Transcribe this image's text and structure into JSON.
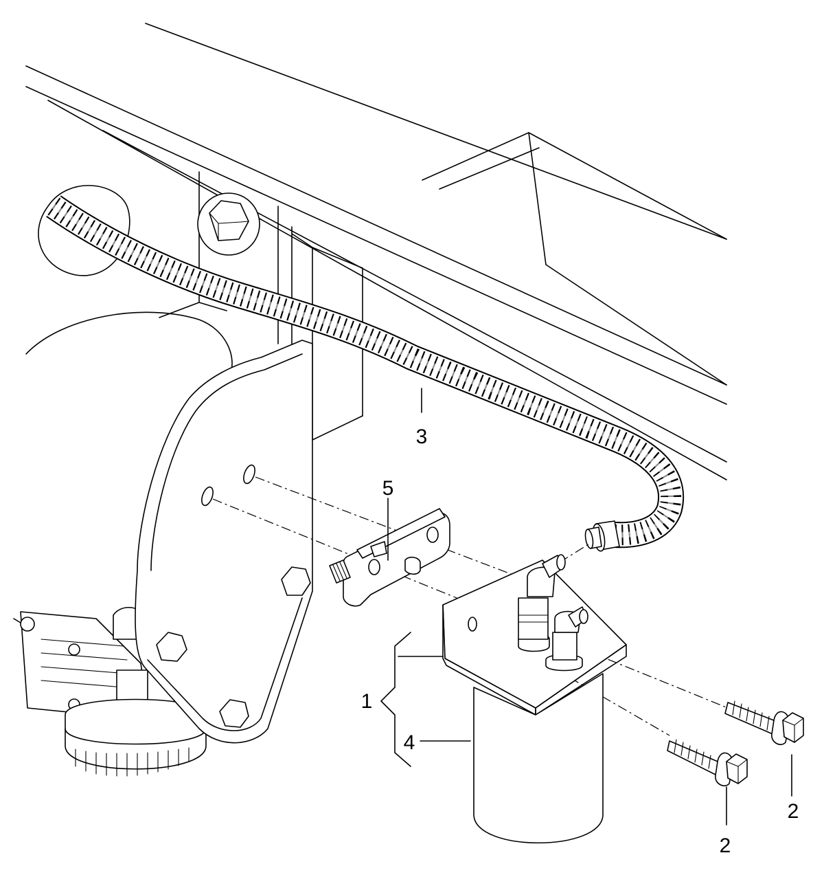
{
  "callouts": [
    {
      "id": "1",
      "label": "1"
    },
    {
      "id": "2a",
      "label": "2"
    },
    {
      "id": "2b",
      "label": "2"
    },
    {
      "id": "3",
      "label": "3"
    },
    {
      "id": "4",
      "label": "4"
    },
    {
      "id": "5",
      "label": "5"
    }
  ]
}
